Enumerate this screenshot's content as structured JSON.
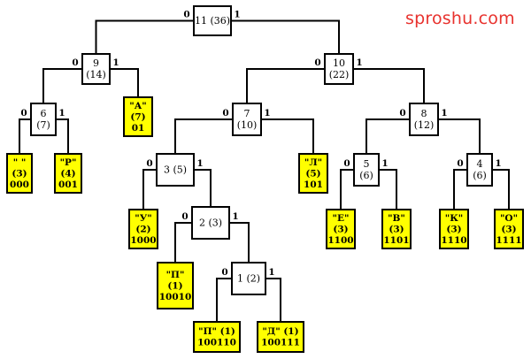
{
  "watermark": "sproshu.com",
  "colors": {
    "leaf_fill": "#ffff00",
    "node_fill": "#ffffff",
    "stroke": "#000000",
    "watermark": "#e8322e"
  },
  "nodes": [
    {
      "id": "n11",
      "lines": [
        "11 (36)"
      ]
    },
    {
      "id": "n9",
      "lines": [
        "9",
        "(14)"
      ]
    },
    {
      "id": "n10",
      "lines": [
        "10",
        "(22)"
      ]
    },
    {
      "id": "n6",
      "lines": [
        "6",
        "(7)"
      ]
    },
    {
      "id": "n7",
      "lines": [
        "7",
        "(10)"
      ]
    },
    {
      "id": "n8",
      "lines": [
        "8",
        "(12)"
      ]
    },
    {
      "id": "n3",
      "lines": [
        "3 (5)"
      ]
    },
    {
      "id": "n5",
      "lines": [
        "5",
        "(6)"
      ]
    },
    {
      "id": "n4",
      "lines": [
        "4",
        "(6)"
      ]
    },
    {
      "id": "n2",
      "lines": [
        "2 (3)"
      ]
    },
    {
      "id": "n1",
      "lines": [
        "1 (2)"
      ]
    }
  ],
  "leaves": [
    {
      "id": "l_space",
      "lines": [
        "\" \"",
        "(3)",
        "000"
      ]
    },
    {
      "id": "l_r",
      "lines": [
        "\"Р\"",
        "(4)",
        "001"
      ]
    },
    {
      "id": "l_a",
      "lines": [
        "\"А\"",
        "(7)",
        "01"
      ]
    },
    {
      "id": "l_l",
      "lines": [
        "\"Л\"",
        "(5)",
        "101"
      ]
    },
    {
      "id": "l_u",
      "lines": [
        "\"У\"",
        "(2)",
        "1000"
      ]
    },
    {
      "id": "l_e",
      "lines": [
        "\"Е\"",
        "(3)",
        "1100"
      ]
    },
    {
      "id": "l_v",
      "lines": [
        "\"В\"",
        "(3)",
        "1101"
      ]
    },
    {
      "id": "l_k",
      "lines": [
        "\"К\"",
        "(3)",
        "1110"
      ]
    },
    {
      "id": "l_o",
      "lines": [
        "\"О\"",
        "(3)",
        "1111"
      ]
    },
    {
      "id": "l_p",
      "lines": [
        "\"П\"",
        "(1)",
        "10010"
      ]
    },
    {
      "id": "l_p2",
      "lines": [
        "\"П\" (1)",
        "100110"
      ]
    },
    {
      "id": "l_d",
      "lines": [
        "\"Д\" (1)",
        "100111"
      ]
    }
  ],
  "edges": [
    {
      "from": "n11",
      "to": "n9",
      "label": "0"
    },
    {
      "from": "n11",
      "to": "n10",
      "label": "1"
    },
    {
      "from": "n9",
      "to": "n6",
      "label": "0"
    },
    {
      "from": "n9",
      "to": "l_a",
      "label": "1"
    },
    {
      "from": "n10",
      "to": "n7",
      "label": "0"
    },
    {
      "from": "n10",
      "to": "n8",
      "label": "1"
    },
    {
      "from": "n6",
      "to": "l_space",
      "label": "0"
    },
    {
      "from": "n6",
      "to": "l_r",
      "label": "1"
    },
    {
      "from": "n7",
      "to": "n3",
      "label": "0"
    },
    {
      "from": "n7",
      "to": "l_l",
      "label": "1"
    },
    {
      "from": "n8",
      "to": "n5",
      "label": "0"
    },
    {
      "from": "n8",
      "to": "n4",
      "label": "1"
    },
    {
      "from": "n3",
      "to": "l_u",
      "label": "0"
    },
    {
      "from": "n3",
      "to": "n2",
      "label": "1"
    },
    {
      "from": "n5",
      "to": "l_e",
      "label": "0"
    },
    {
      "from": "n5",
      "to": "l_v",
      "label": "1"
    },
    {
      "from": "n4",
      "to": "l_k",
      "label": "0"
    },
    {
      "from": "n4",
      "to": "l_o",
      "label": "1"
    },
    {
      "from": "n2",
      "to": "l_p",
      "label": "0"
    },
    {
      "from": "n2",
      "to": "n1",
      "label": "1"
    },
    {
      "from": "n1",
      "to": "l_p2",
      "label": "0"
    },
    {
      "from": "n1",
      "to": "l_d",
      "label": "1"
    }
  ]
}
